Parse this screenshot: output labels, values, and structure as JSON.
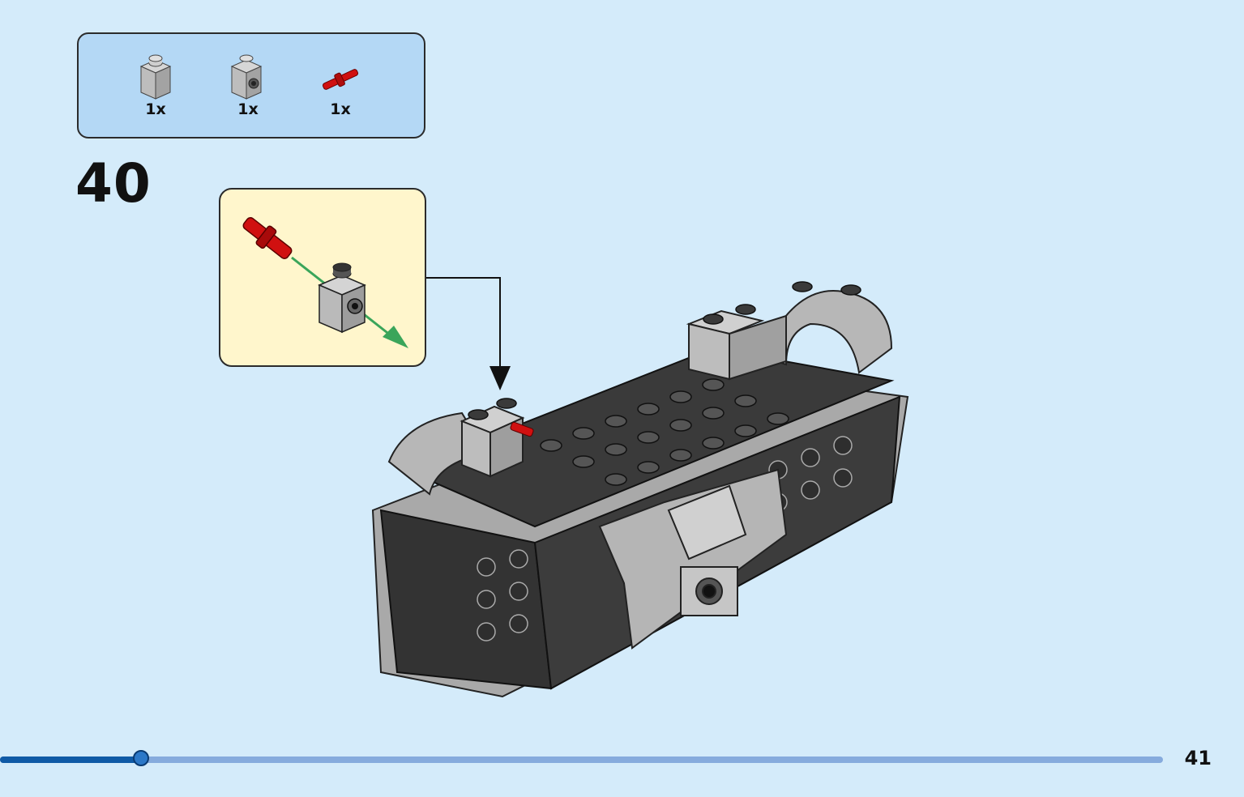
{
  "parts_list": [
    {
      "icon": "gray-1x1-brick-icon",
      "quantity": "1x"
    },
    {
      "icon": "gray-1x1-brick-with-side-hole-icon",
      "quantity": "1x"
    },
    {
      "icon": "red-pin-icon",
      "quantity": "1x"
    }
  ],
  "step": {
    "number": "40"
  },
  "callout": {
    "icons": [
      "red-pin-icon",
      "gray-brick-with-hole-icon",
      "green-insert-arrow-icon"
    ]
  },
  "model": {
    "icon": "black-brick-assembly-icon"
  },
  "progress": {
    "fraction": 0.121
  },
  "page": {
    "number": "41"
  },
  "colors": {
    "background": "#d4ebfa",
    "parts_box": "#b4d8f5",
    "callout": "#fff6cc",
    "progress_fill": "#0f5aa6",
    "progress_track": "#86abdd",
    "accent_red": "#d01010",
    "arrow_green": "#3aa55a"
  }
}
